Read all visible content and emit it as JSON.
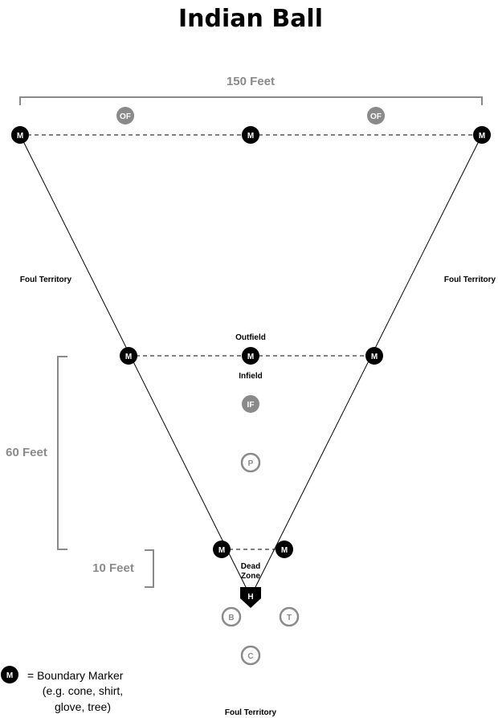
{
  "title": "Indian Ball",
  "dimensions": {
    "width_label": "150 Feet",
    "infield_label": "60 Feet",
    "deadzone_label": "10 Feet"
  },
  "labels": {
    "foul_left": "Foul Territory",
    "foul_right": "Foul Territory",
    "foul_bottom": "Foul Territory",
    "outfield": "Outfield",
    "infield": "Infield",
    "dead_zone_line1": "Dead",
    "dead_zone_line2": "Zone"
  },
  "marker_letter": "M",
  "positions": {
    "outfield_left": "OF",
    "outfield_right": "OF",
    "infield": "IF",
    "pitcher": "P",
    "home": "H",
    "batter": "B",
    "tee": "T",
    "catcher": "C"
  },
  "legend": {
    "symbol": "M",
    "line1": "= Boundary Marker",
    "line2": "(e.g. cone, shirt,",
    "line3": "glove, tree)"
  },
  "colors": {
    "marker": "#000000",
    "position_gray": "#8a8a8a",
    "dimension_gray": "#8a8a8a"
  }
}
